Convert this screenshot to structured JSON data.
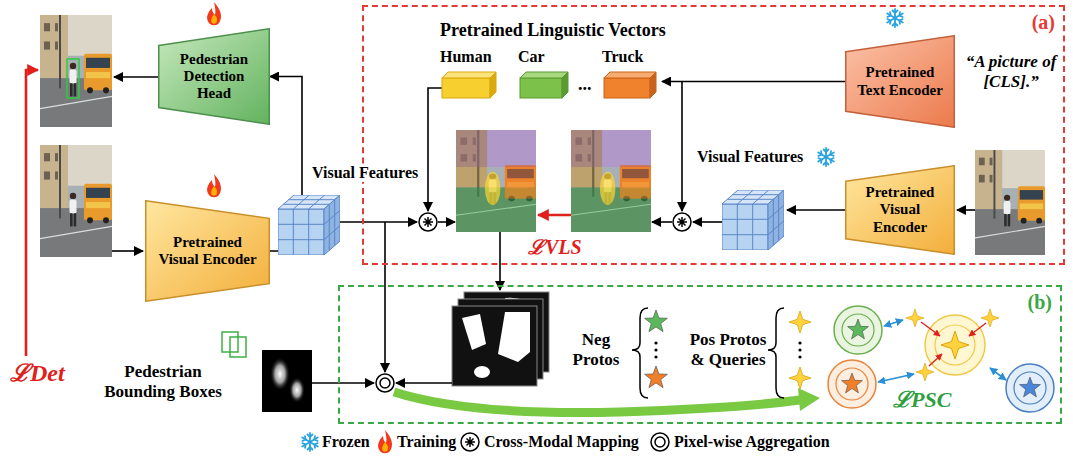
{
  "diagram": {
    "nodes": [
      {
        "text": [
          "Pedestrian Detection Head"
        ]
      },
      {
        "text": [
          "Pretrained Visual Encoder"
        ]
      },
      {
        "text": [
          "(a)"
        ]
      },
      {
        "text": [
          "Human"
        ],
        "in": 2
      },
      {
        "text": [
          "Car"
        ],
        "in": 2
      },
      {
        "text": [
          "Truck"
        ],
        "in": 2
      },
      {
        "text": [
          "Pretrained Text Encoder"
        ],
        "in": 2
      },
      {
        "text": [
          "Pretrained Visual Encoder"
        ],
        "in": 2
      },
      {
        "text": [
          "(b)"
        ]
      }
    ],
    "edges": [
      {
        "from": 1,
        "to": 0,
        "arrow": "to"
      },
      {
        "from": 6,
        "to": 5,
        "arrow": "to"
      }
    ],
    "labels": [
      "Pretrained Linguistic Vectors",
      "...",
      "“A picture of [CLS].”",
      "Visual Features",
      "Visual Features",
      "ℒVLS",
      "ℒDet",
      "Pedestrian Bounding Boxes",
      "Neg Protos",
      "Pos Protos & Queries",
      "ℒPSC"
    ],
    "legend": [
      {
        "text": "Frozen"
      },
      {
        "text": "Training"
      },
      {
        "text": "Cross-Modal Mapping"
      },
      {
        "text": "Pixel-wise Aggregation"
      }
    ]
  }
}
